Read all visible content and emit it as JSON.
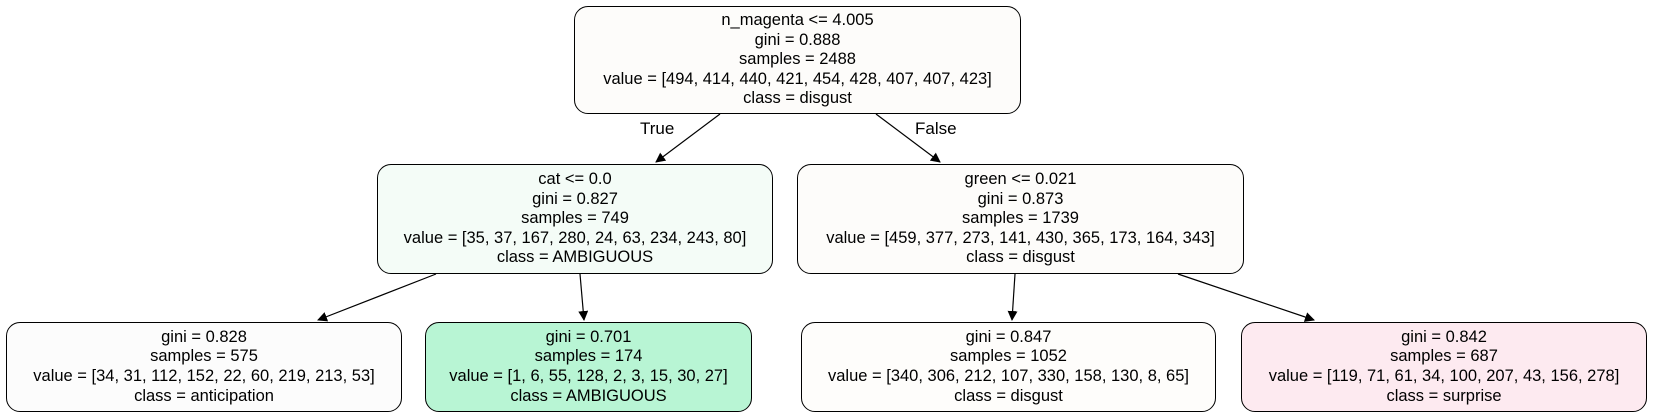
{
  "tree": {
    "nodes": [
      {
        "id": "root",
        "split": "n_magenta <= 4.005",
        "gini": "gini = 0.888",
        "samples": "samples = 2488",
        "value": "value = [494, 414, 440, 421, 454, 428, 407, 407, 423]",
        "class": "class = disgust",
        "fill": "#fdfcfa"
      },
      {
        "id": "left",
        "split": "cat <= 0.0",
        "gini": "gini = 0.827",
        "samples": "samples = 749",
        "value": "value = [35, 37, 167, 280, 24, 63, 234, 243, 80]",
        "class": "class = AMBIGUOUS",
        "fill": "#f4fcf7"
      },
      {
        "id": "right",
        "split": "green <= 0.021",
        "gini": "gini = 0.873",
        "samples": "samples = 1739",
        "value": "value = [459, 377, 273, 141, 430, 365, 173, 164, 343]",
        "class": "class = disgust",
        "fill": "#fdfcfa"
      },
      {
        "id": "left-left",
        "gini": "gini = 0.828",
        "samples": "samples = 575",
        "value": "value = [34, 31, 112, 152, 22, 60, 219, 213, 53]",
        "class": "class = anticipation",
        "fill": "#fcfcfc"
      },
      {
        "id": "left-right",
        "gini": "gini = 0.701",
        "samples": "samples = 174",
        "value": "value = [1, 6, 55, 128, 2, 3, 15, 30, 27]",
        "class": "class = AMBIGUOUS",
        "fill": "#b8f5d4"
      },
      {
        "id": "right-left",
        "gini": "gini = 0.847",
        "samples": "samples = 1052",
        "value": "value = [340, 306, 212, 107, 330, 158, 130, 8, 65]",
        "class": "class = disgust",
        "fill": "#fefdfb"
      },
      {
        "id": "right-right",
        "gini": "gini = 0.842",
        "samples": "samples = 687",
        "value": "value = [119, 71, 61, 34, 100, 207, 43, 156, 278]",
        "class": "class = surprise",
        "fill": "#fdeaf0"
      }
    ],
    "edge_labels": {
      "true": "True",
      "false": "False"
    },
    "edges": [
      {
        "from": "root",
        "to": "left"
      },
      {
        "from": "root",
        "to": "right"
      },
      {
        "from": "left",
        "to": "left-left"
      },
      {
        "from": "left",
        "to": "left-right"
      },
      {
        "from": "right",
        "to": "right-left"
      },
      {
        "from": "right",
        "to": "right-right"
      }
    ]
  }
}
